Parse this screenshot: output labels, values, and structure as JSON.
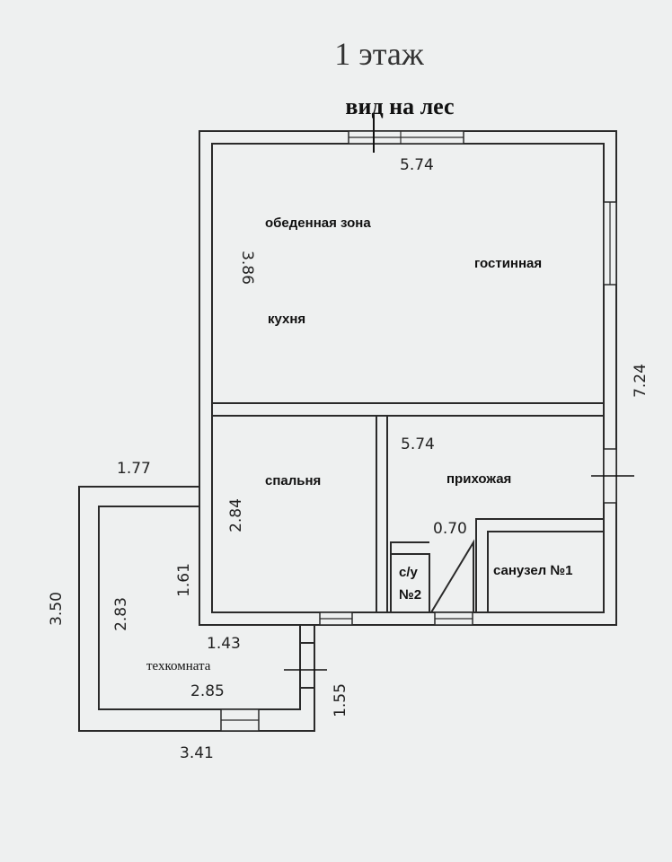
{
  "title": "1 этаж",
  "orientation": "вид на лес",
  "rooms": {
    "dining": "обеденная зона",
    "living": "гостинная",
    "kitchen": "кухня",
    "bedroom": "спальня",
    "hall": "прихожая",
    "bath1": "санузел №1",
    "wc2_line1": "с/у",
    "wc2_line2": "№2",
    "utility": "техкомната"
  },
  "dimensions": {
    "top_width": "5.74",
    "left_upper": "3.86",
    "right_total": "7.24",
    "hall_width": "5.74",
    "bedroom_height": "2.84",
    "bath_width": "0.70",
    "annex_top": "1.77",
    "left_step": "1.61",
    "annex_total": "3.50",
    "annex_inner": "2.83",
    "annex_door": "1.43",
    "utility_width": "2.85",
    "annex_depth": "1.55",
    "annex_bottom": "3.41"
  }
}
